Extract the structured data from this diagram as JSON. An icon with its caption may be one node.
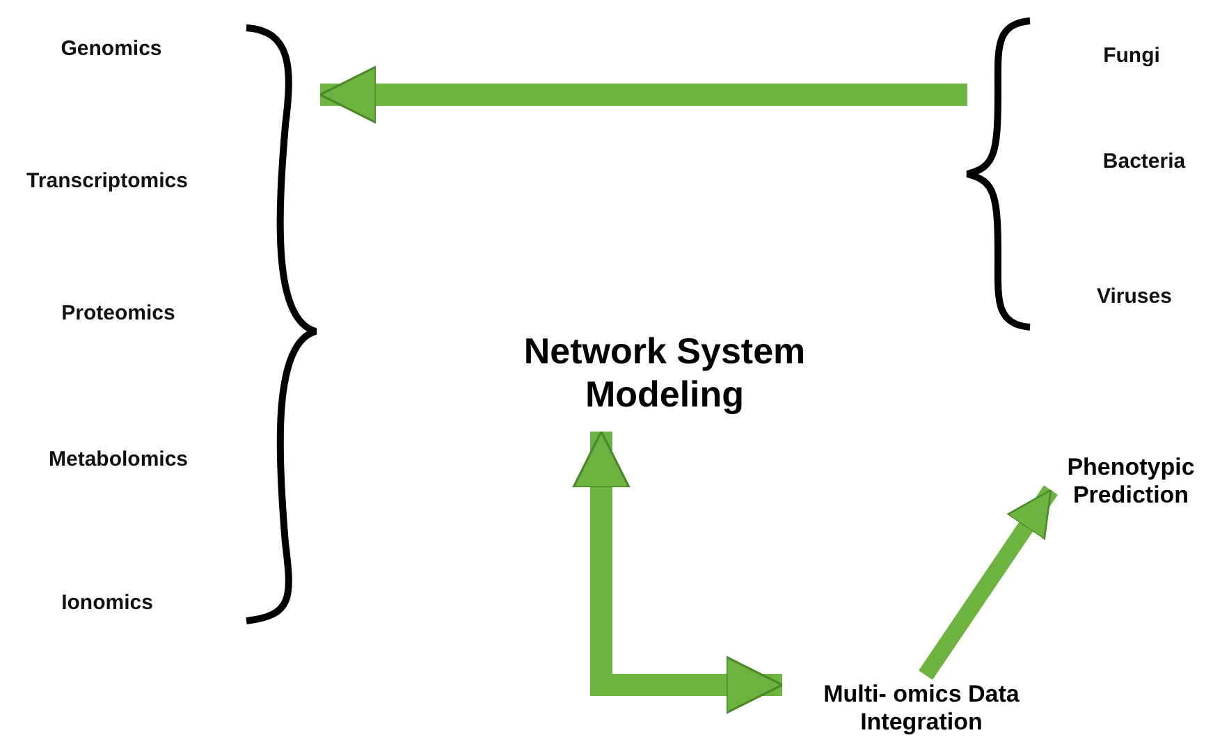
{
  "diagram": {
    "nodes": [
      {
        "text": [
          "Genomics",
          "Transcriptomics",
          "Proteomics",
          "Metabolomics",
          "Ionomics"
        ]
      },
      {
        "text": [
          "Fungi",
          "Bacteria",
          "Viruses"
        ]
      },
      {
        "text": [
          "Network System Modeling"
        ]
      },
      {
        "text": [
          "Phenotypic Prediction"
        ]
      },
      {
        "text": [
          "Multi- omics Data Integration"
        ]
      }
    ],
    "edges": [
      {
        "from": 1,
        "to": 0,
        "arrow": "to"
      },
      {
        "from": 2,
        "to": 4,
        "arrow": "both"
      },
      {
        "from": 4,
        "to": 3,
        "arrow": "to"
      }
    ]
  }
}
